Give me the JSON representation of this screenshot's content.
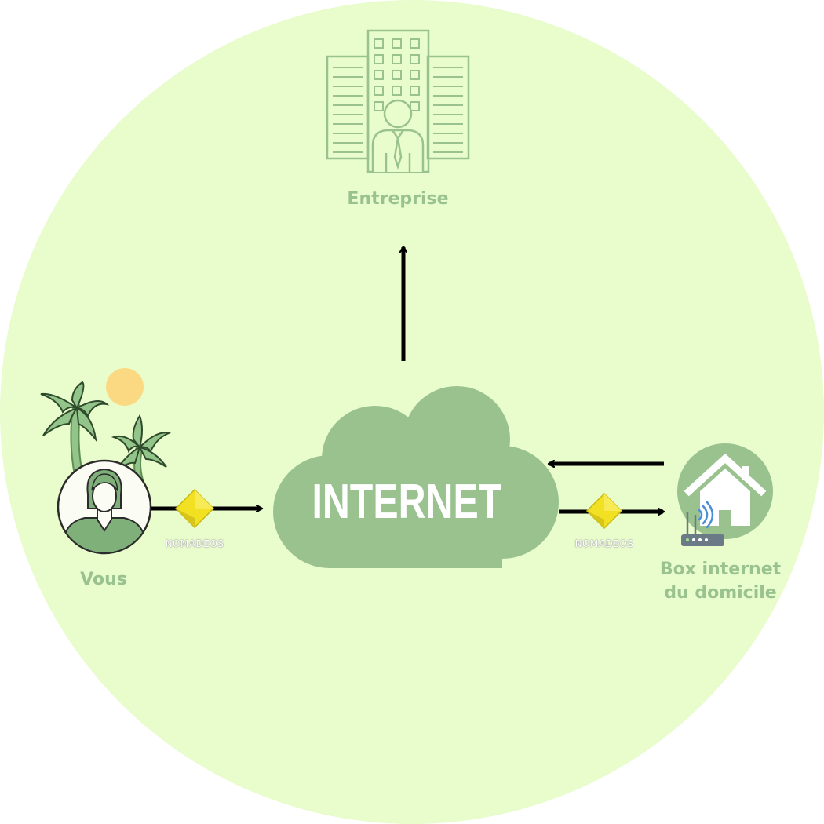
{
  "diagram": {
    "background_color": "#e8fccc",
    "node_color": "#99c28e",
    "arrow_color": "#000000",
    "dongle_color": "#f2e022"
  },
  "nodes": {
    "enterprise": {
      "label": "Entreprise",
      "icon": "office-building-icon"
    },
    "user": {
      "label": "Vous",
      "icon": "user-avatar-icon"
    },
    "cloud": {
      "label": "INTERNET",
      "icon": "cloud-icon"
    },
    "home_box": {
      "label": "Box internet\ndu domicile",
      "icon": "home-router-icon"
    }
  },
  "devices": {
    "left_dongle": {
      "brand": "NOMADEOS",
      "icon": "nomadeos-device-icon"
    },
    "right_dongle": {
      "brand": "NOMADEOS",
      "icon": "nomadeos-device-icon"
    }
  },
  "edges": [
    {
      "from": "user",
      "to": "cloud"
    },
    {
      "from": "cloud",
      "to": "home_box"
    },
    {
      "from": "home_box",
      "to": "cloud"
    },
    {
      "from": "cloud",
      "to": "enterprise"
    }
  ]
}
